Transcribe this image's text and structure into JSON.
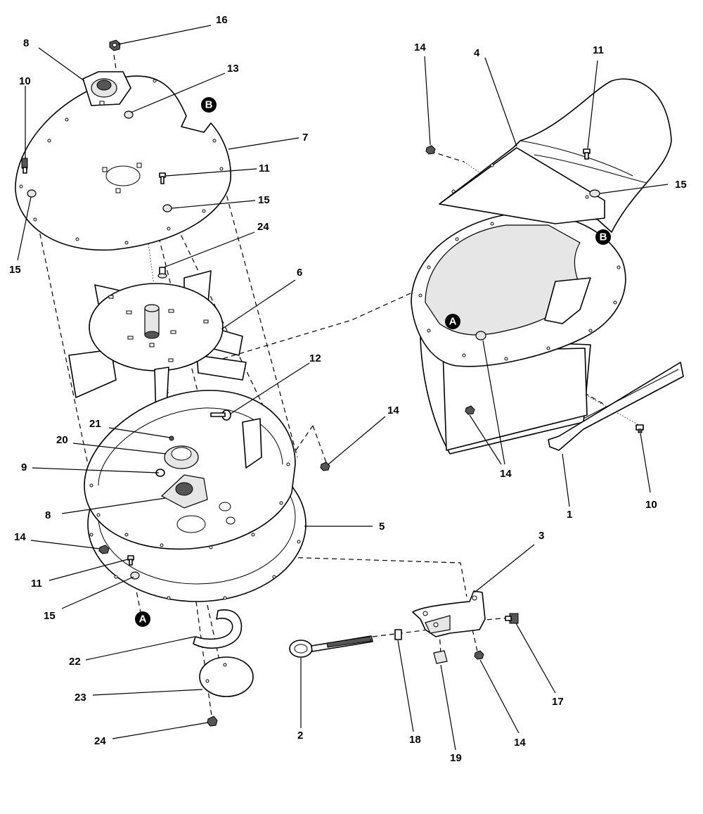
{
  "callouts": [
    "16",
    "8",
    "13",
    "10",
    "7",
    "11",
    "15",
    "15",
    "24",
    "6",
    "12",
    "21",
    "20",
    "9",
    "8",
    "14",
    "14",
    "11",
    "15",
    "5",
    "22",
    "23",
    "24",
    "14",
    "4",
    "11",
    "15",
    "14",
    "1",
    "10",
    "3",
    "2",
    "18",
    "19",
    "14",
    "17"
  ],
  "view_markers": [
    "B",
    "B",
    "A",
    "A"
  ]
}
